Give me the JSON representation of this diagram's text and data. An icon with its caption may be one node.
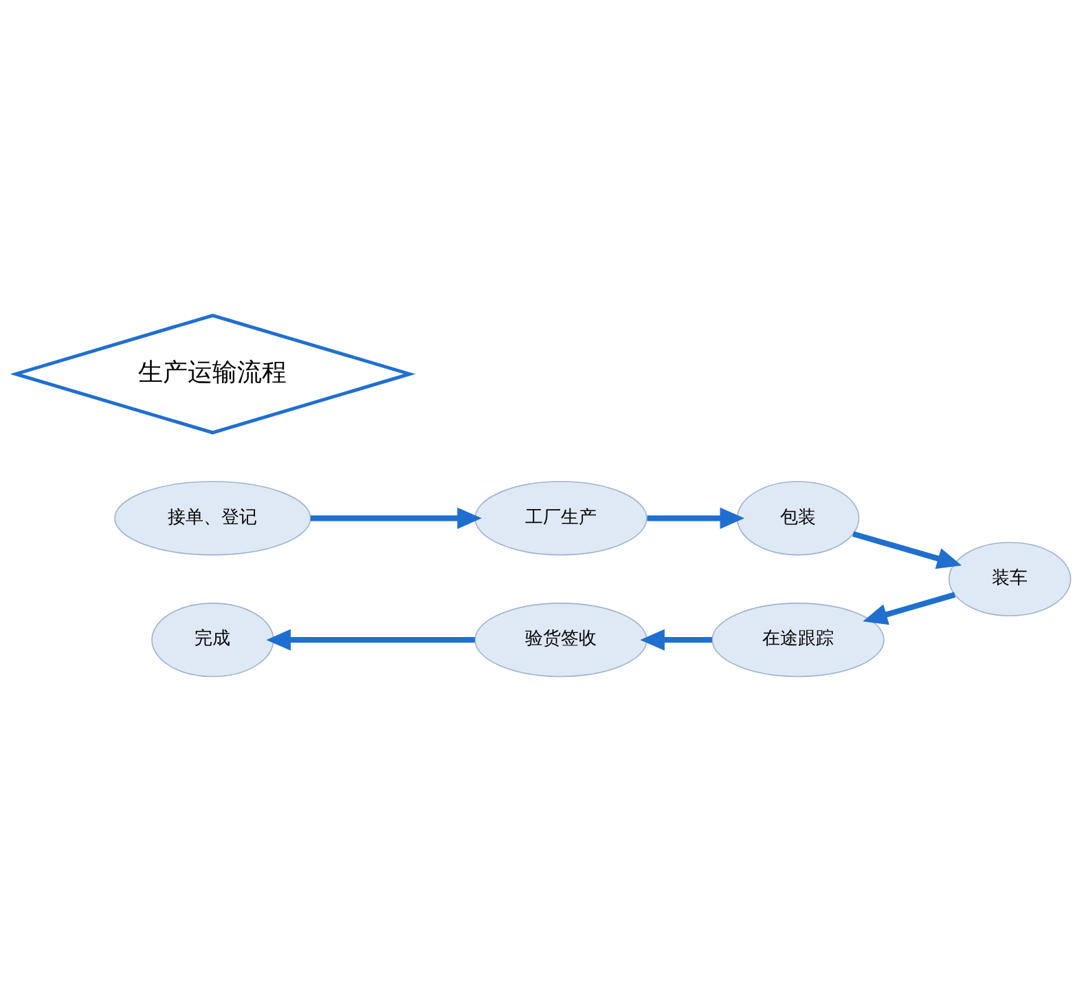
{
  "diagram": {
    "nodes": [
      {
        "text": [
          "接单、登记"
        ]
      },
      {
        "text": [
          "工厂生产"
        ]
      },
      {
        "text": [
          "包装"
        ]
      },
      {
        "text": [
          "装车"
        ]
      },
      {
        "text": [
          "在途跟踪"
        ]
      },
      {
        "text": [
          "验货签收"
        ]
      },
      {
        "text": [
          "完成"
        ]
      },
      {
        "text": [
          "生产运输流程"
        ]
      }
    ],
    "edges": [
      {
        "from": 0,
        "to": 1,
        "arrow": "to"
      },
      {
        "from": 1,
        "to": 2,
        "arrow": "to"
      },
      {
        "from": 2,
        "to": 3,
        "arrow": "to"
      },
      {
        "from": 3,
        "to": 4,
        "arrow": "to"
      },
      {
        "from": 4,
        "to": 5,
        "arrow": "to"
      },
      {
        "from": 5,
        "to": 6,
        "arrow": "to"
      }
    ]
  }
}
